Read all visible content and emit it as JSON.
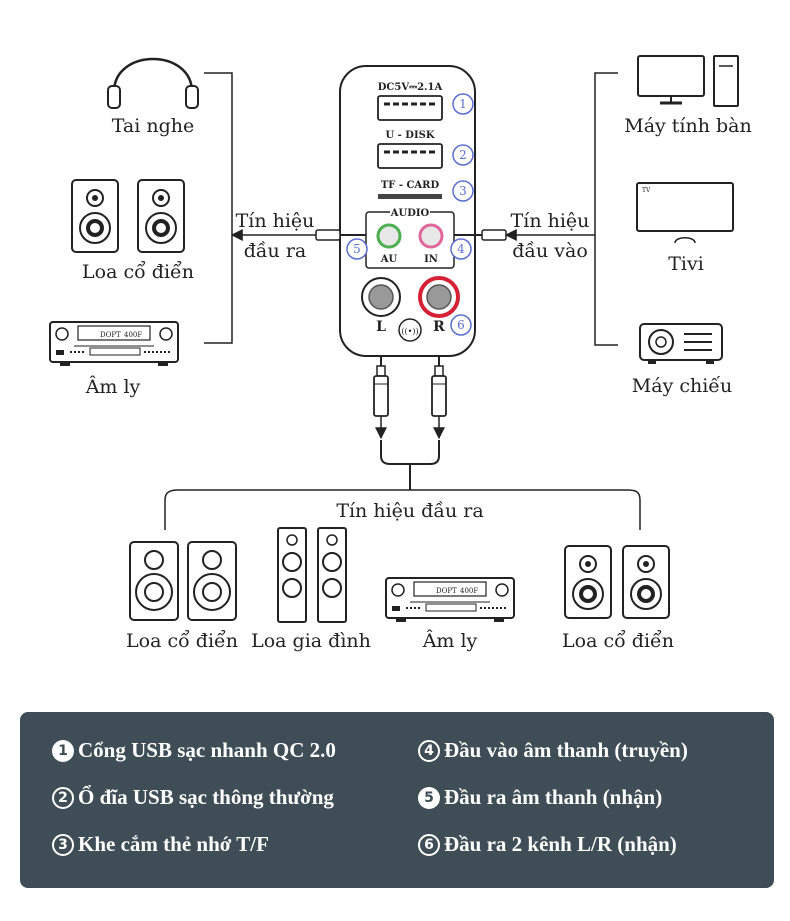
{
  "hub": {
    "port_labels": {
      "dc": "DC5V⎓2.1A",
      "udisk": "U - DISK",
      "tfcard": "TF - CARD",
      "audio": "AUDIO",
      "au": "AU",
      "in": "IN",
      "left": "L",
      "right": "R"
    },
    "markers": [
      "1",
      "2",
      "3",
      "4",
      "5",
      "6"
    ]
  },
  "left_devices": {
    "headphones": "Tai nghe",
    "classic_speakers": "Loa cổ điển",
    "amplifier": "Âm ly"
  },
  "right_devices": {
    "desktop": "Máy tính bàn",
    "tv": "Tivi",
    "tv_screen_text": "TV",
    "projector": "Máy chiếu"
  },
  "signals": {
    "output_line1": "Tín hiệu",
    "output_line2": "đầu ra",
    "input_line1": "Tín hiệu",
    "input_line2": "đầu vào",
    "bottom_output": "Tín hiệu đầu ra"
  },
  "bottom_devices": [
    "Loa cổ điển",
    "Loa gia đình",
    "Âm ly",
    "Loa cổ điển"
  ],
  "amp_display": {
    "left": "DOPT",
    "right": "400F"
  },
  "legend": [
    {
      "num": "1",
      "text": "Cổng USB sạc  nhanh QC 2.0"
    },
    {
      "num": "2",
      "text": "Ổ đĩa USB sạc thông thường"
    },
    {
      "num": "3",
      "text": "Khe cắm thẻ nhớ T/F"
    },
    {
      "num": "4",
      "text": "Đầu vào âm thanh (truyền)"
    },
    {
      "num": "5",
      "text": "Đầu ra âm thanh (nhận)"
    },
    {
      "num": "6",
      "text": "Đầu ra 2 kênh L/R (nhận)"
    }
  ],
  "colors": {
    "legend_bg": "#3f4d56",
    "marker": "#5a6fd0",
    "au_ring": "#4caf50",
    "in_ring": "#e0669b",
    "right_jack": "#d62035"
  }
}
